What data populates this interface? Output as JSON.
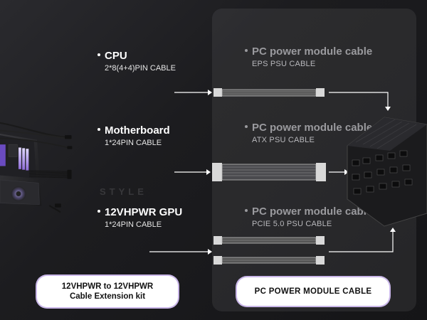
{
  "left": {
    "cpu": {
      "title": "CPU",
      "sub": "2*8(4+4)PIN CABLE"
    },
    "motherboard": {
      "title": "Motherboard",
      "sub": "1*24PIN CABLE"
    },
    "gpu": {
      "title": "12VHPWR GPU",
      "sub": "1*24PIN CABLE"
    }
  },
  "right": {
    "eps": {
      "title": "PC power module cable",
      "sub": "EPS PSU CABLE"
    },
    "atx": {
      "title": "PC power module cable",
      "sub": "ATX PSU CABLE"
    },
    "pcie": {
      "title": "PC power module cable",
      "sub": "PCIE 5.0 PSU CABLE"
    }
  },
  "pills": {
    "left_line1": "12VHPWR to 12VHPWR",
    "left_line2": "Cable Extension kit",
    "right": "PC POWER MODULE CABLE"
  },
  "watermark": "STYLE",
  "icons": [
    "arrow-right-icon",
    "arrow-up-icon",
    "psu-unit-icon",
    "pc-case-illustration"
  ],
  "colors": {
    "accent_border": "#c9b6e8",
    "panel_bg": "#2b2b2f",
    "muted_text": "#9a9a9e"
  }
}
